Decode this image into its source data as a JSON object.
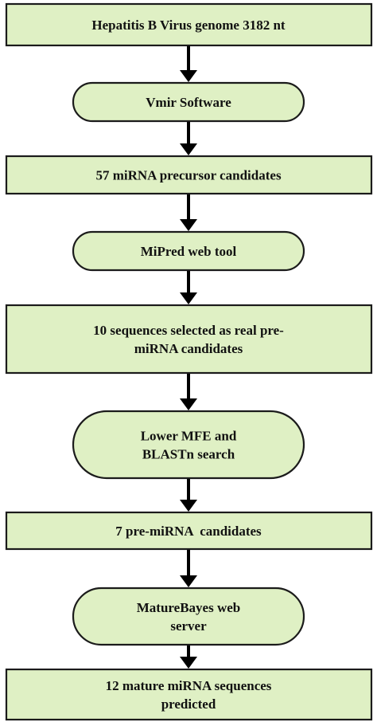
{
  "steps": [
    {
      "shape": "rect",
      "lines": [
        "Hepatitis B Virus genome 3182 nt"
      ]
    },
    {
      "shape": "pill",
      "lines": [
        "Vmir Software"
      ]
    },
    {
      "shape": "rect",
      "lines": [
        "57 miRNA precursor candidates"
      ]
    },
    {
      "shape": "pill",
      "lines": [
        "MiPred web tool"
      ]
    },
    {
      "shape": "rect",
      "lines": [
        "10 sequences selected as real pre-",
        "miRNA candidates"
      ]
    },
    {
      "shape": "pill",
      "lines": [
        "Lower MFE and",
        "BLASTn search"
      ]
    },
    {
      "shape": "rect",
      "lines": [
        "7 pre-miRNA  candidates"
      ]
    },
    {
      "shape": "pill",
      "lines": [
        "MatureBayes web",
        "server"
      ]
    },
    {
      "shape": "rect",
      "lines": [
        "12 mature miRNA sequences",
        "predicted"
      ]
    }
  ],
  "colors": {
    "box_fill": "#dff0c4",
    "border": "#1b1b1b",
    "arrow": "#000000"
  }
}
